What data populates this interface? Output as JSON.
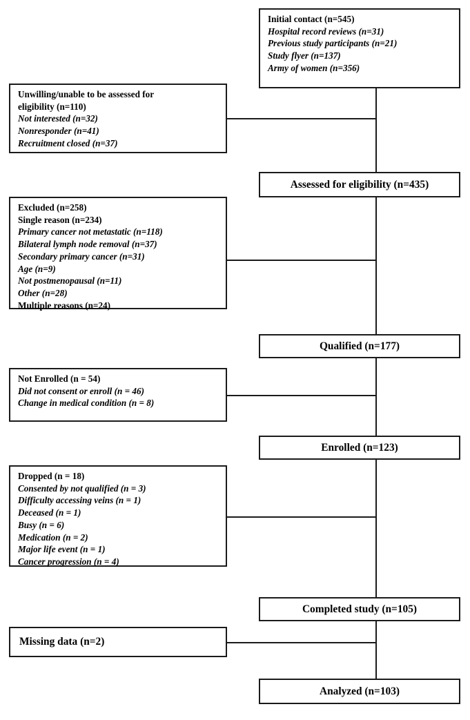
{
  "diagram": {
    "title": "Participant flow diagram",
    "stroke_color": "#1a1a1a",
    "background_color": "#ffffff",
    "boxes": {
      "initial_contact": {
        "lines": [
          "Initial contact (n=545)",
          "Hospital record reviews (n=31)",
          "Previous study participants (n=21)",
          "Study flyer (n=137)",
          "Army of women (n=356)"
        ]
      },
      "unwilling": {
        "lines": [
          "Unwilling/unable to be assessed for",
          "eligibility (n=110)",
          "Not interested (n=32)",
          "Nonresponder (n=41)",
          "Recruitment closed (n=37)"
        ]
      },
      "assessed": {
        "label": "Assessed for eligibility (n=435)"
      },
      "excluded": {
        "lines": [
          "Excluded (n=258)",
          "Single reason (n=234)",
          "Primary cancer not metastatic (n=118)",
          "Bilateral lymph node removal (n=37)",
          "Secondary primary cancer (n=31)",
          "Age (n=9)",
          "Not postmenopausal (n=11)",
          "Other (n=28)",
          "Multiple reasons (n=24)"
        ]
      },
      "qualified": {
        "label": "Qualified (n=177)"
      },
      "not_enrolled": {
        "lines": [
          "Not Enrolled (n = 54)",
          "Did not consent or enroll (n = 46)",
          "Change in medical condition (n = 8)"
        ]
      },
      "enrolled": {
        "label": "Enrolled (n=123)"
      },
      "dropped": {
        "lines": [
          "Dropped (n = 18)",
          "Consented by not qualified (n = 3)",
          "Difficulty accessing veins (n = 1)",
          "Deceased (n = 1)",
          "Busy (n = 6)",
          "Medication (n = 2)",
          "Major life event (n = 1)",
          "Cancer progression (n = 4)"
        ]
      },
      "completed": {
        "label": "Completed study (n=105)"
      },
      "missing_data": {
        "label": "Missing data (n=2)"
      },
      "analyzed": {
        "label": "Analyzed (n=103)"
      }
    }
  }
}
